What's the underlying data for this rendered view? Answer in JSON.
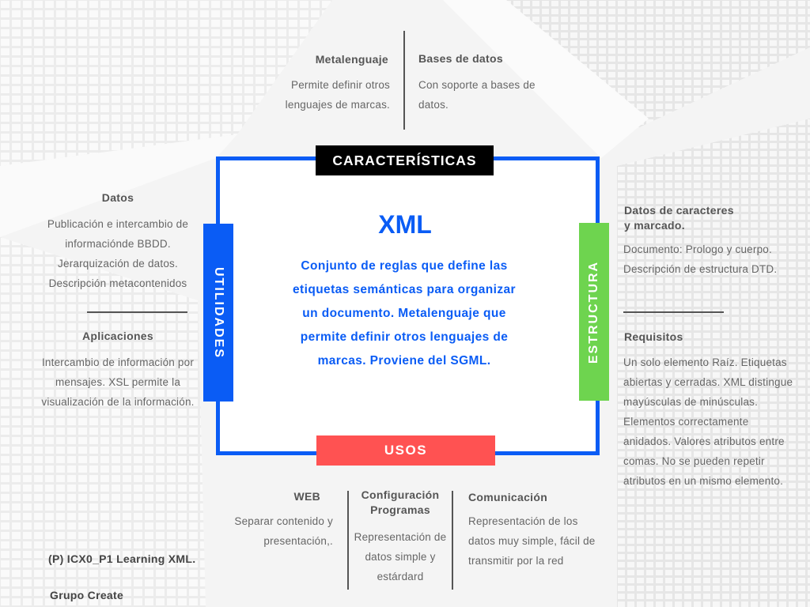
{
  "center": {
    "title": "XML",
    "description": "Conjunto de reglas que define las etiquetas semánticas para organizar un documento. Metalenguaje que permite definir otros lenguajes de marcas. Proviene del SGML."
  },
  "tags": {
    "caracteristicas": "CARACTERÍSTICAS",
    "usos": "USOS",
    "utilidades": "UTILIDADES",
    "estructura": "ESTRUCTURA"
  },
  "caracteristicas": {
    "metalenguaje": {
      "title": "Metalenguaje",
      "text": "Permite definir otros lenguajes de marcas."
    },
    "bases": {
      "title": "Bases de datos",
      "text": "Con soporte a bases de datos."
    }
  },
  "utilidades": {
    "datos": {
      "title": "Datos",
      "text": "Publicación e intercambio de informaciónde BBDD. Jerarquización de datos. Descripción metacontenidos"
    },
    "aplicaciones": {
      "title": "Aplicaciones",
      "text": "Intercambio de información por mensajes. XSL permite la visualización de la información."
    }
  },
  "estructura": {
    "datos": {
      "title": "Datos de caracteres y marcado.",
      "text": "Documento: Prologo y cuerpo. Descripción de estructura  DTD."
    },
    "requisitos": {
      "title": "Requisitos",
      "text": "Un solo elemento Raíz. Etiquetas abiertas y cerradas. XML distingue mayúsculas de minúsculas. Elementos correctamente anidados. Valores atributos entre comas. No se pueden repetir atributos en un mismo elemento."
    }
  },
  "usos": {
    "web": {
      "title": "WEB",
      "text": "Separar contenido y presentación,."
    },
    "config": {
      "title": "Configuración Programas",
      "text": "Representación de datos simple y estárdard"
    },
    "comunicacion": {
      "title": "Comunicación",
      "text": "Representación de los datos muy simple, fácil de transmitir por la red"
    }
  },
  "footer": {
    "credit": "(P) ICX0_P1 Learning XML.",
    "group": "Grupo Create"
  },
  "colors": {
    "blue": "#0a5cf5",
    "green": "#6ed44f",
    "red": "#ff5252",
    "black": "#000000"
  }
}
